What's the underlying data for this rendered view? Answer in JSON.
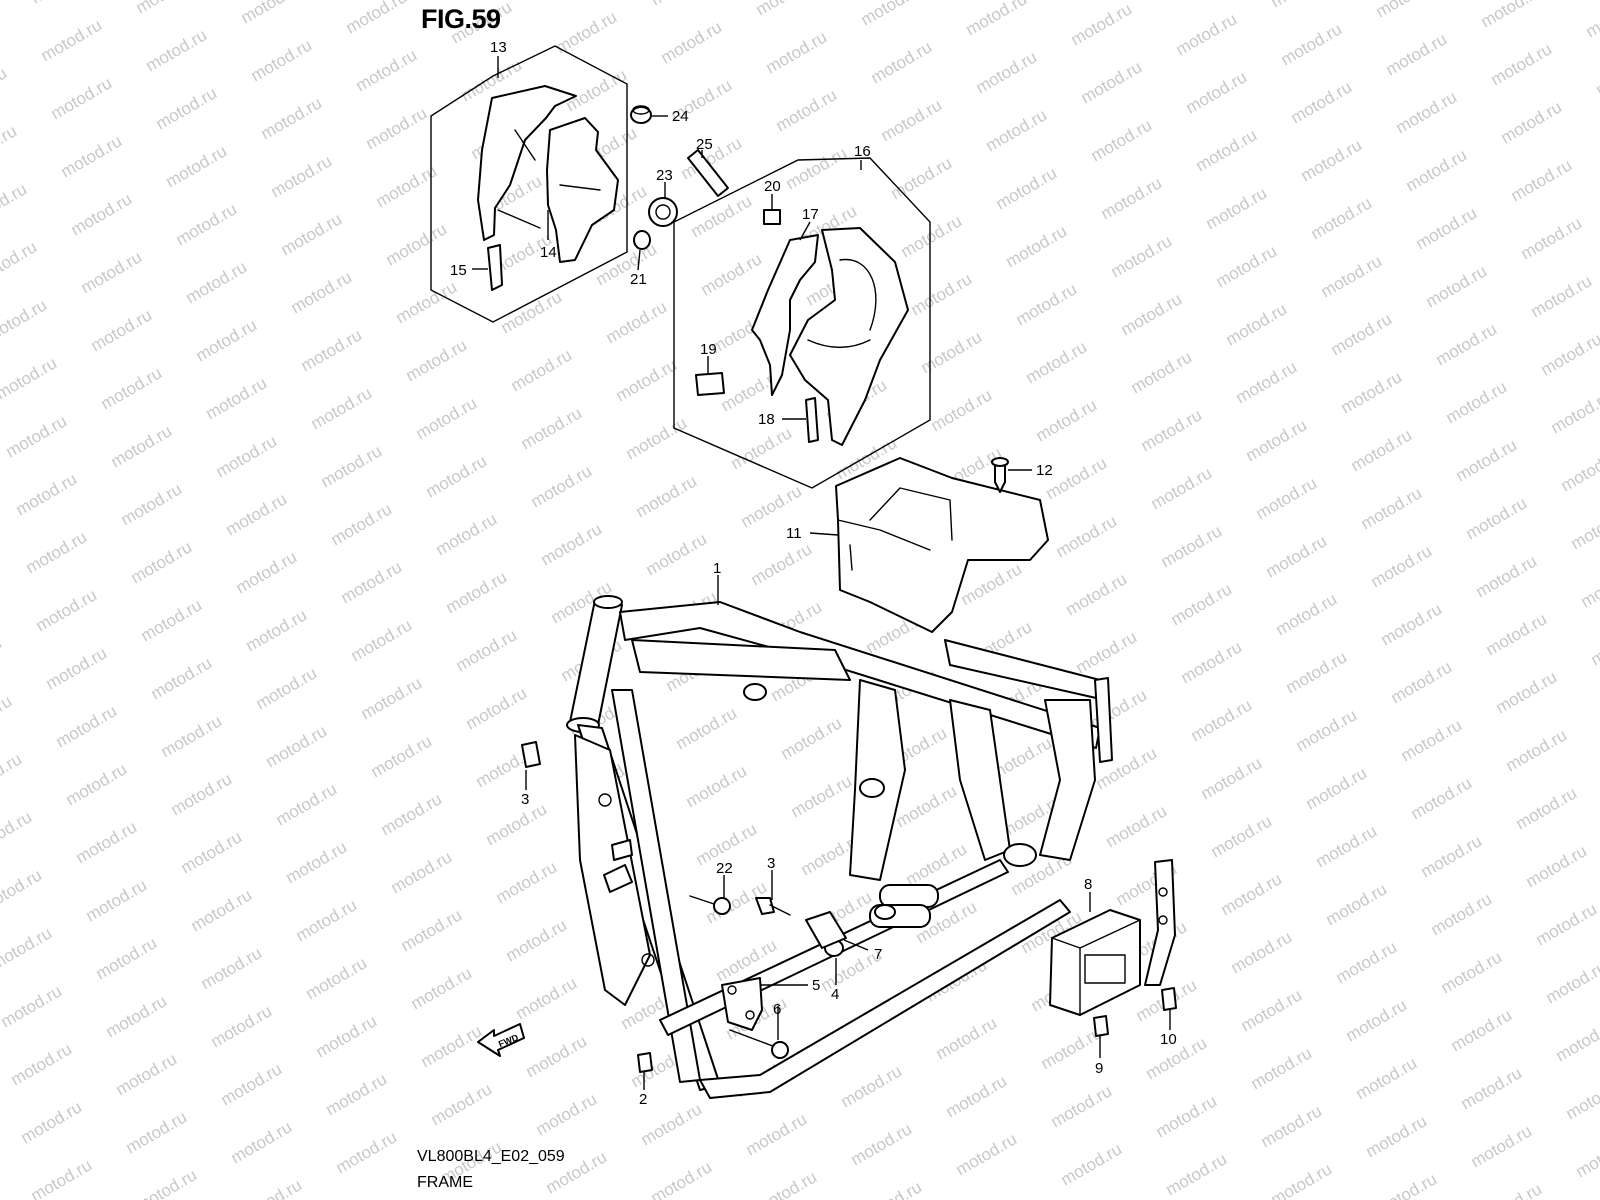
{
  "figure": {
    "title": "FIG.59",
    "code": "VL800BL4_E02_059",
    "name": "FRAME"
  },
  "watermark": "motod.ru",
  "fwd_label": "FWD",
  "callouts": {
    "c1": "1",
    "c2": "2",
    "c3a": "3",
    "c3b": "3",
    "c4": "4",
    "c5": "5",
    "c6": "6",
    "c7": "7",
    "c8": "8",
    "c9": "9",
    "c10": "10",
    "c11": "11",
    "c12": "12",
    "c13": "13",
    "c14": "14",
    "c15": "15",
    "c16": "16",
    "c17": "17",
    "c18": "18",
    "c19": "19",
    "c20": "20",
    "c21": "21",
    "c22": "22",
    "c23": "23",
    "c24": "24",
    "c25": "25"
  },
  "colors": {
    "ink": "#000000",
    "watermark": "#c8c8c8",
    "background": "#ffffff"
  }
}
